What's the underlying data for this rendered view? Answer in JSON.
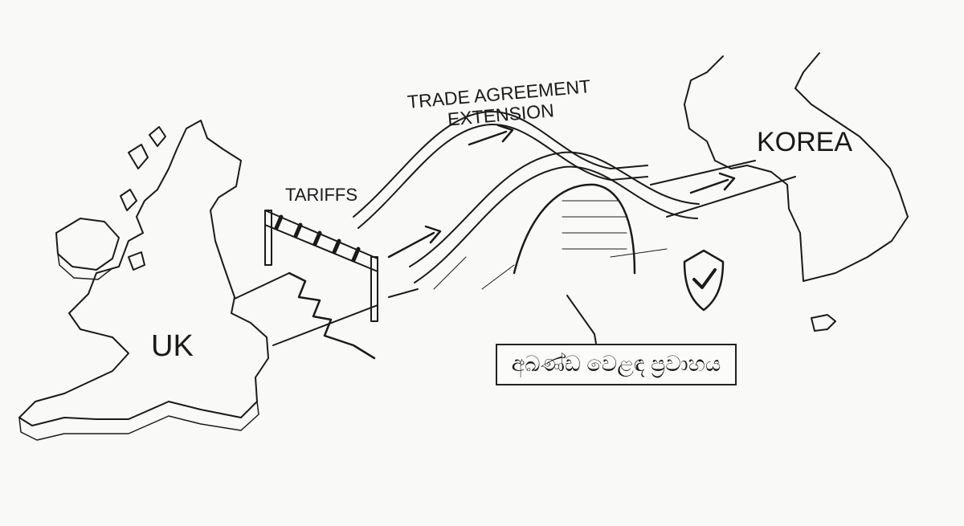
{
  "labels": {
    "uk": "UK",
    "korea": "KOREA",
    "tariffs": "TARIFFS",
    "trade_line1": "TRADE AGREEMENT",
    "trade_line2": "EXTENSION",
    "callout": "අඛණ්ඩ වෙළඳ ප්‍රවාහය"
  },
  "colors": {
    "background": "#f9f9f8",
    "ink": "#1a1a1a"
  },
  "icons": [
    "uk-map",
    "korea-map",
    "barrier-icon",
    "crack-icon",
    "bridge-icon",
    "arrow-icon",
    "shield-check-icon"
  ]
}
